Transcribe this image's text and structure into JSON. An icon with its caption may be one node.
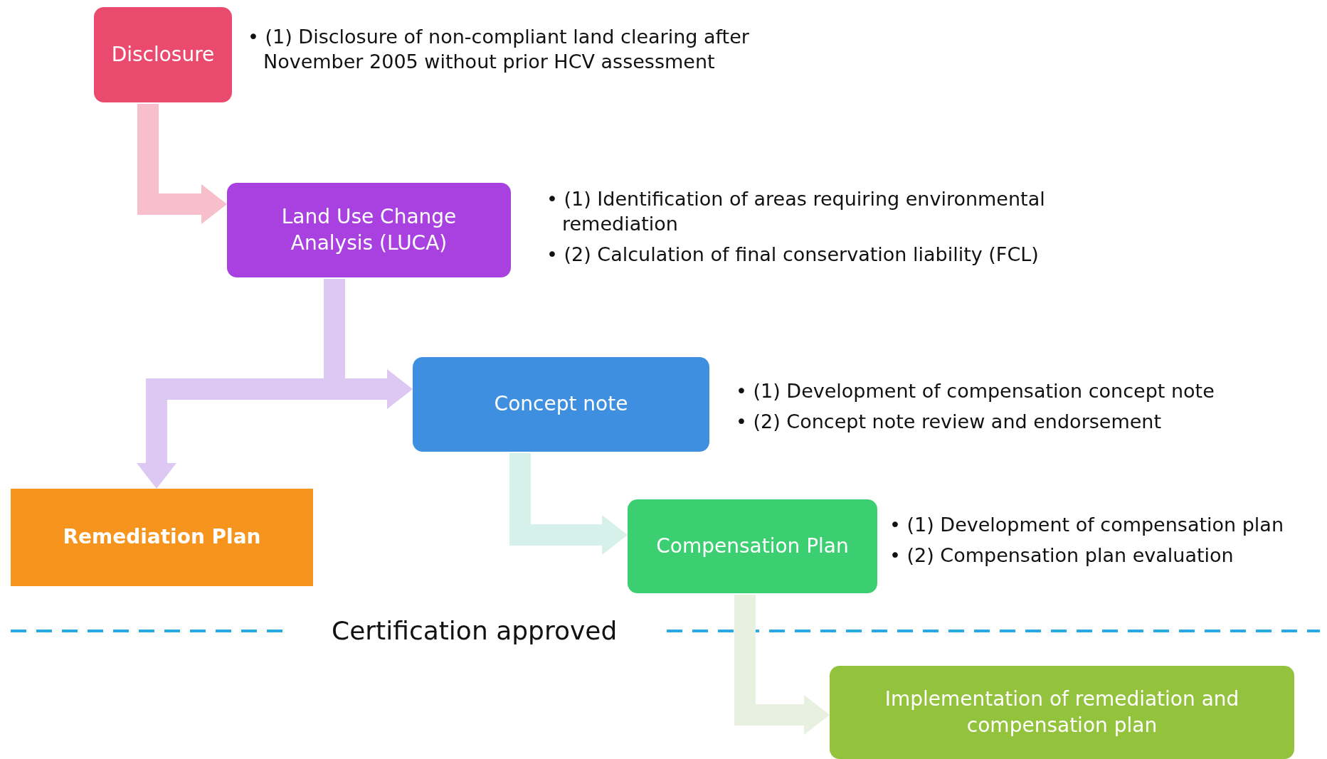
{
  "diagram": {
    "nodes": [
      {
        "text": [
          "Disclosure"
        ],
        "beside": [
          "• (1) Disclosure of non-compliant land clearing after November 2005 without prior HCV assessment"
        ]
      },
      {
        "text": [
          "Land Use Change Analysis (LUCA)"
        ],
        "beside": [
          "• (1) Identification of areas requiring environmental remediation",
          "• (2) Calculation of final conservation liability (FCL)"
        ]
      },
      {
        "text": [
          "Concept note"
        ],
        "beside": [
          "• (1) Development of compensation concept note",
          "• (2) Concept note review and endorsement"
        ]
      },
      {
        "text": [
          "Remediation Plan"
        ]
      },
      {
        "text": [
          "Compensation Plan"
        ],
        "beside": [
          "• (1) Development of compensation plan",
          "• (2) Compensation plan evaluation"
        ]
      },
      {
        "text": [
          "Implementation of remediation and compensation plan"
        ]
      }
    ],
    "edges": [
      {
        "from": 0,
        "to": 1,
        "arrow": "to",
        "color": "#f6bfcb"
      },
      {
        "from": 1,
        "to": 2,
        "arrow": "to",
        "color": "#ddc8f4"
      },
      {
        "from": 1,
        "to": 3,
        "arrow": "to",
        "color": "#ddc8f4"
      },
      {
        "from": 2,
        "to": 4,
        "arrow": "to",
        "color": "#d6f1ea"
      },
      {
        "from": 4,
        "to": 5,
        "arrow": "to",
        "color": "#e8f1df"
      }
    ],
    "labels": [
      "Certification approved"
    ]
  }
}
